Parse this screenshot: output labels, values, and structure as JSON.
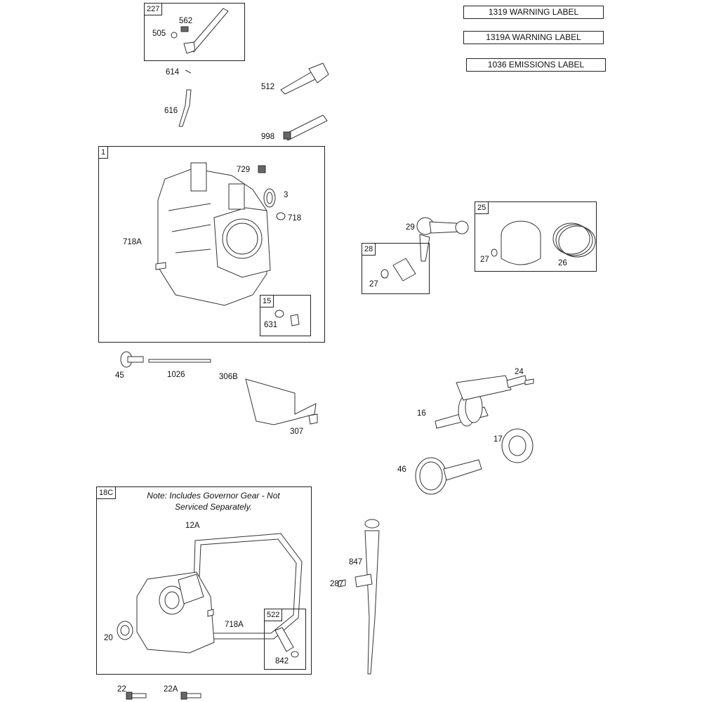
{
  "labels_top_right": [
    "1319 WARNING LABEL",
    "1319A WARNING LABEL",
    "1036 EMISSIONS LABEL"
  ],
  "boxes": {
    "b227": "227",
    "b1": "1",
    "b15": "15",
    "b28": "28",
    "b25": "25",
    "b18c": "18C",
    "b522": "522"
  },
  "note": "Note: Includes Governor Gear - Not Serviced Separately.",
  "callouts": {
    "p562": "562",
    "p505": "505",
    "p614": "614",
    "p616": "616",
    "p512": "512",
    "p998": "998",
    "p729": "729",
    "p3": "3",
    "p718": "718",
    "p718a": "718A",
    "p631": "631",
    "p29": "29",
    "p27a": "27",
    "p26": "26",
    "p27b": "27",
    "p45": "45",
    "p1026": "1026",
    "p306b": "306B",
    "p307": "307",
    "p24": "24",
    "p16": "16",
    "p17": "17",
    "p46": "46",
    "p12a": "12A",
    "p718a2": "718A",
    "p20": "20",
    "p842": "842",
    "p847": "847",
    "p287": "287",
    "p22": "22",
    "p22a": "22A"
  }
}
